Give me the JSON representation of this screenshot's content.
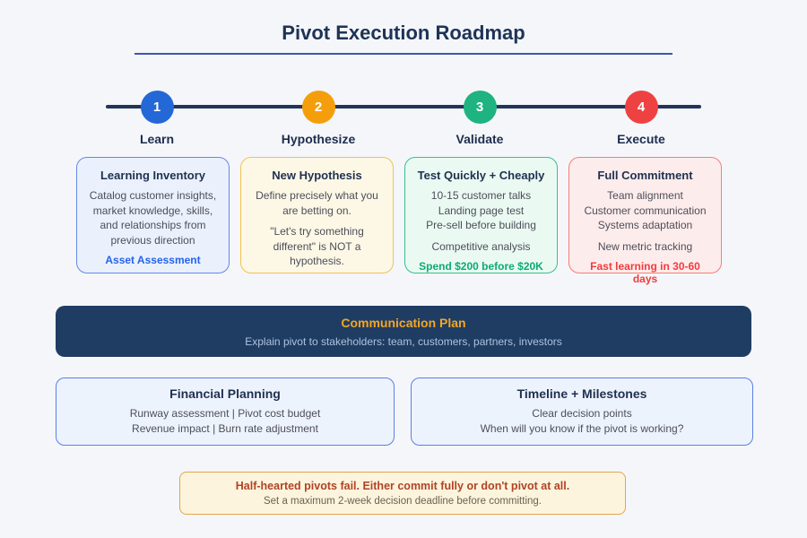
{
  "title": "Pivot Execution Roadmap",
  "colors": {
    "page_bg": "#f4f6fa",
    "title_text": "#1e3355",
    "title_underline": "#4054b2",
    "timeline_line": "#233457",
    "banner_bg": "#1f3c63",
    "banner_title": "#f5a623",
    "banner_subtitle": "#aec3dd",
    "info_card_bg": "#edf3fd",
    "info_card_border": "#5b7fe8",
    "warning_bg": "#fdf4dd",
    "warning_border": "#e2a64b",
    "warning_title": "#b14324"
  },
  "timeline": {
    "steps": [
      {
        "number": "1",
        "label": "Learn",
        "color": "#2368d6"
      },
      {
        "number": "2",
        "label": "Hypothesize",
        "color": "#f59e0b"
      },
      {
        "number": "3",
        "label": "Validate",
        "color": "#1eb380"
      },
      {
        "number": "4",
        "label": "Execute",
        "color": "#ee4242"
      }
    ]
  },
  "phase_cards": [
    {
      "title": "Learning Inventory",
      "bg": "#eaf1fc",
      "border": "#6488e4",
      "body": [
        "Catalog customer insights, market knowledge, skills, and relationships from previous direction"
      ],
      "footer": "Asset Assessment",
      "footer_color": "#2563eb"
    },
    {
      "title": "New Hypothesis",
      "bg": "#fdf8e6",
      "border": "#f2c24e",
      "body": [
        "Define precisely what you are betting on.",
        "\"Let's try something different\" is NOT a hypothesis."
      ],
      "footer": "",
      "footer_color": ""
    },
    {
      "title": "Test Quickly + Cheaply",
      "bg": "#eafaf2",
      "border": "#35c08f",
      "body": [
        "10-15 customer talks",
        "Landing page test",
        "Pre-sell before building",
        "Competitive analysis"
      ],
      "footer": "Spend $200 before $20K",
      "footer_color": "#0cab78"
    },
    {
      "title": "Full Commitment",
      "bg": "#fdecec",
      "border": "#f47e76",
      "body": [
        "Team alignment",
        "Customer communication",
        "Systems adaptation",
        "New metric tracking"
      ],
      "footer": "Fast learning in 30-60 days",
      "footer_color": "#f43b3b"
    }
  ],
  "communication_plan": {
    "title": "Communication Plan",
    "subtitle": "Explain pivot to stakeholders: team, customers, partners, investors"
  },
  "info_cards": [
    {
      "title": "Financial Planning",
      "lines": [
        "Runway assessment | Pivot cost budget",
        "Revenue impact | Burn rate adjustment"
      ]
    },
    {
      "title": "Timeline + Milestones",
      "lines": [
        "Clear decision points",
        "When will you know if the pivot is working?"
      ]
    }
  ],
  "warning_note": {
    "title": "Half-hearted pivots fail. Either commit fully or don't pivot at all.",
    "subtitle": "Set a maximum 2-week decision deadline before committing."
  }
}
